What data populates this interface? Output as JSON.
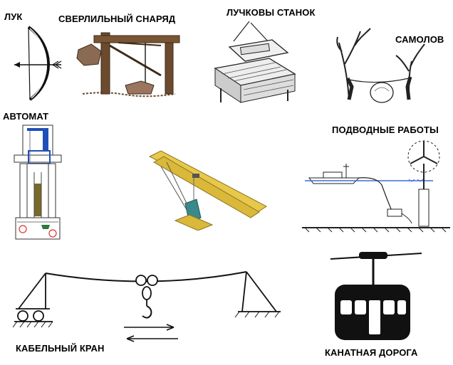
{
  "labels": {
    "bow": "ЛУК",
    "drill": "СВЕРЛИЛЬНЫЙ СНАРЯД",
    "lathe": "ЛУЧКОВЫ СТАНОК",
    "self_catch": "САМОЛОВ",
    "automaton": "АВТОМАТ",
    "underwater": "ПОДВОДНЫЕ РАБОТЫ",
    "cable_crane": "КАБЕЛЬНЫЙ КРАН",
    "cable_car": "КАНАТНАЯ ДОРОГА"
  },
  "colors": {
    "ink": "#111111",
    "wood": "#6b4a2e",
    "wood_dark": "#3e2a18",
    "crane_yellow": "#e8c84a",
    "crane_teal": "#3a8a8a",
    "water": "#3a6fd8",
    "tower_blue": "#1f4fb8",
    "cabin": "#111111"
  }
}
